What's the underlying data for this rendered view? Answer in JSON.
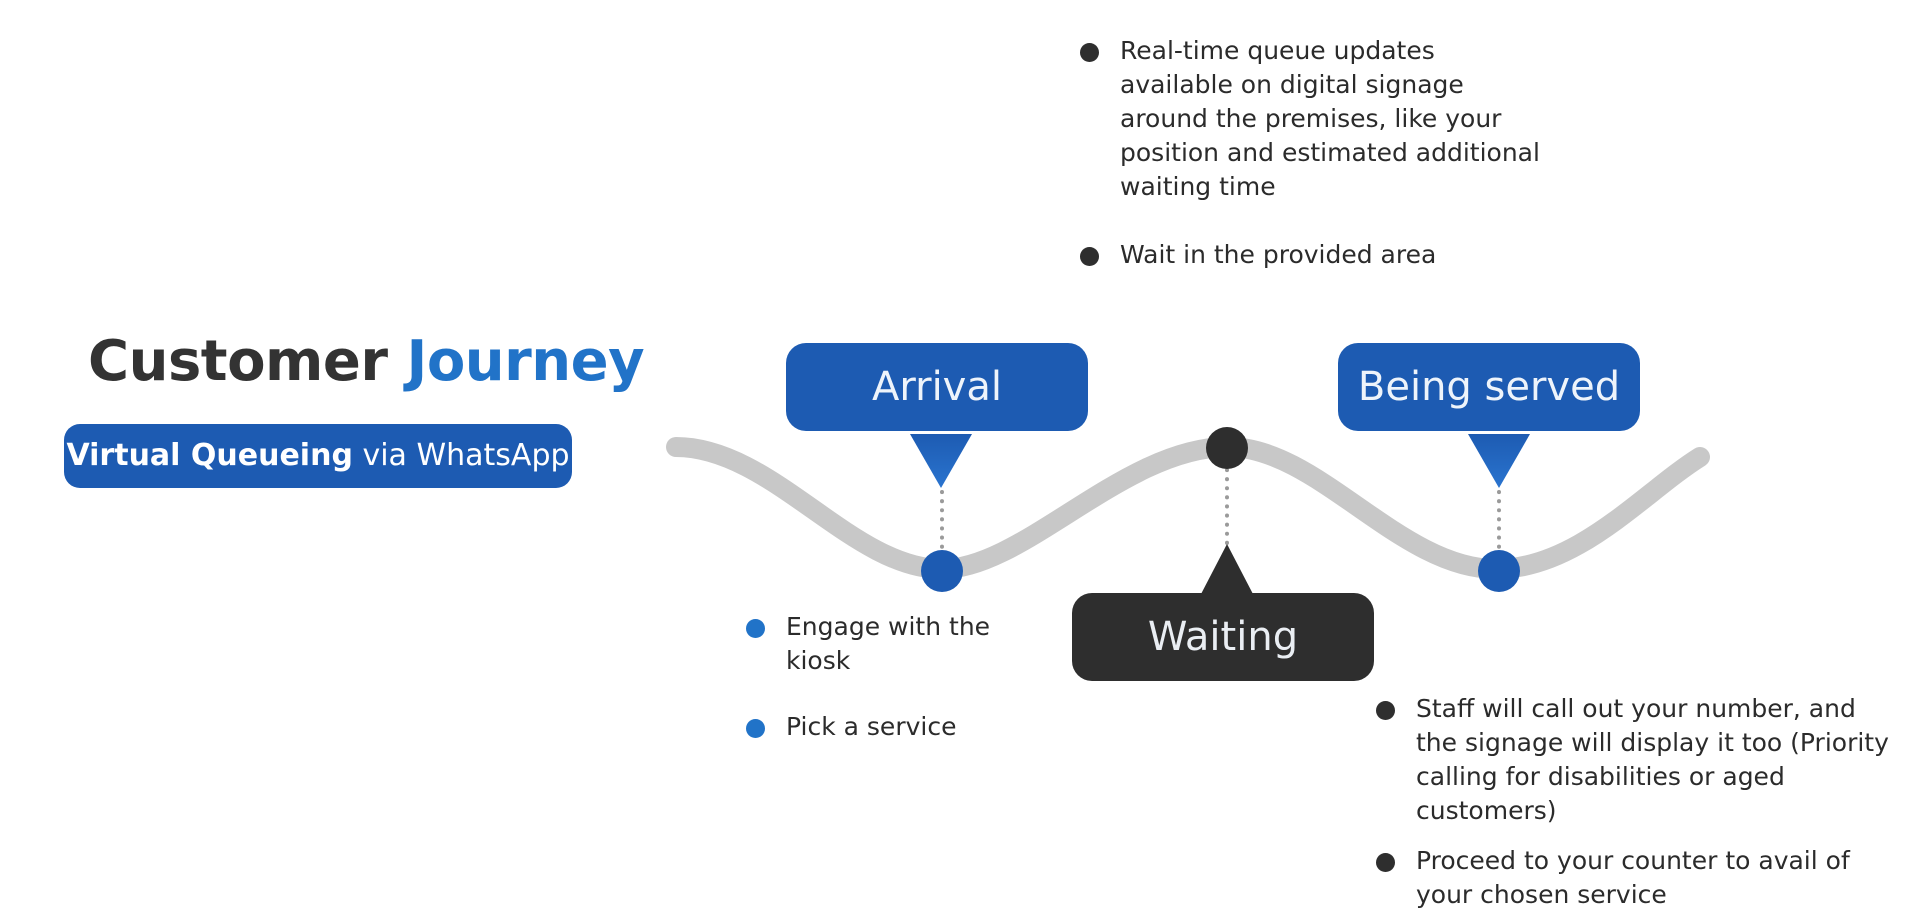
{
  "title": {
    "part1": "Customer",
    "part2": "Journey"
  },
  "subtitle": {
    "bold": "Virtual Queueing",
    "light": "via WhatsApp"
  },
  "colors": {
    "primary_blue": "#1d5bb2",
    "accent_blue": "#2173c8",
    "dark": "#2e2e2e",
    "wave_gray": "#c8c8c8",
    "connector_gray": "#9a9a9a"
  },
  "stages": {
    "arrival": {
      "label": "Arrival",
      "bullets": [
        "Engage with the kiosk",
        "Pick a service"
      ]
    },
    "waiting": {
      "label": "Waiting",
      "bullets": [
        "Real-time queue updates available on digital signage around the premises, like your position and estimated additional waiting time",
        "Wait in the provided area"
      ]
    },
    "served": {
      "label": "Being served",
      "bullets": [
        "Staff will call out your number, and the signage will display it too (Priority calling for disabilities or aged customers)",
        "Proceed to your counter to avail of your chosen service"
      ]
    }
  }
}
